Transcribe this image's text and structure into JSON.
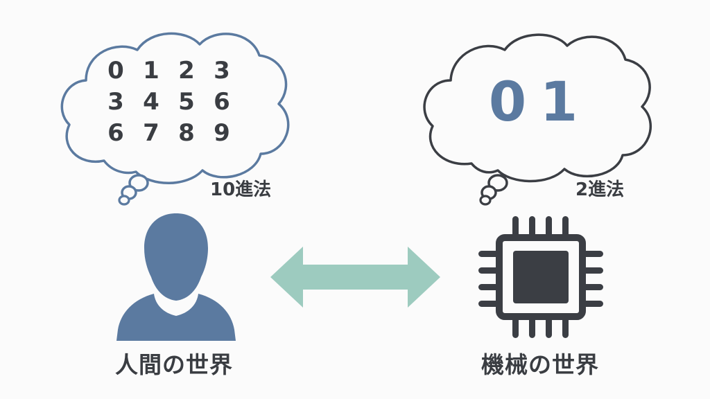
{
  "human": {
    "digits": [
      [
        "0",
        "1",
        "2",
        "3"
      ],
      [
        "3",
        "4",
        "5",
        "6"
      ],
      [
        "6",
        "7",
        "8",
        "9"
      ]
    ],
    "base_label": "10進法",
    "world_label": "人間の世界",
    "icon": "person-silhouette-icon"
  },
  "machine": {
    "digits": [
      "0",
      "1"
    ],
    "base_label": "2進法",
    "world_label": "機械の世界",
    "icon": "microchip-icon"
  },
  "connector": {
    "icon": "double-arrow-icon"
  },
  "colors": {
    "human_blue": "#5b7aa0",
    "machine_dark": "#3b3e44",
    "arrow_teal": "#9dcbbf",
    "digit_dark": "#3a3d42",
    "binary_blue": "#5b7aa0"
  }
}
